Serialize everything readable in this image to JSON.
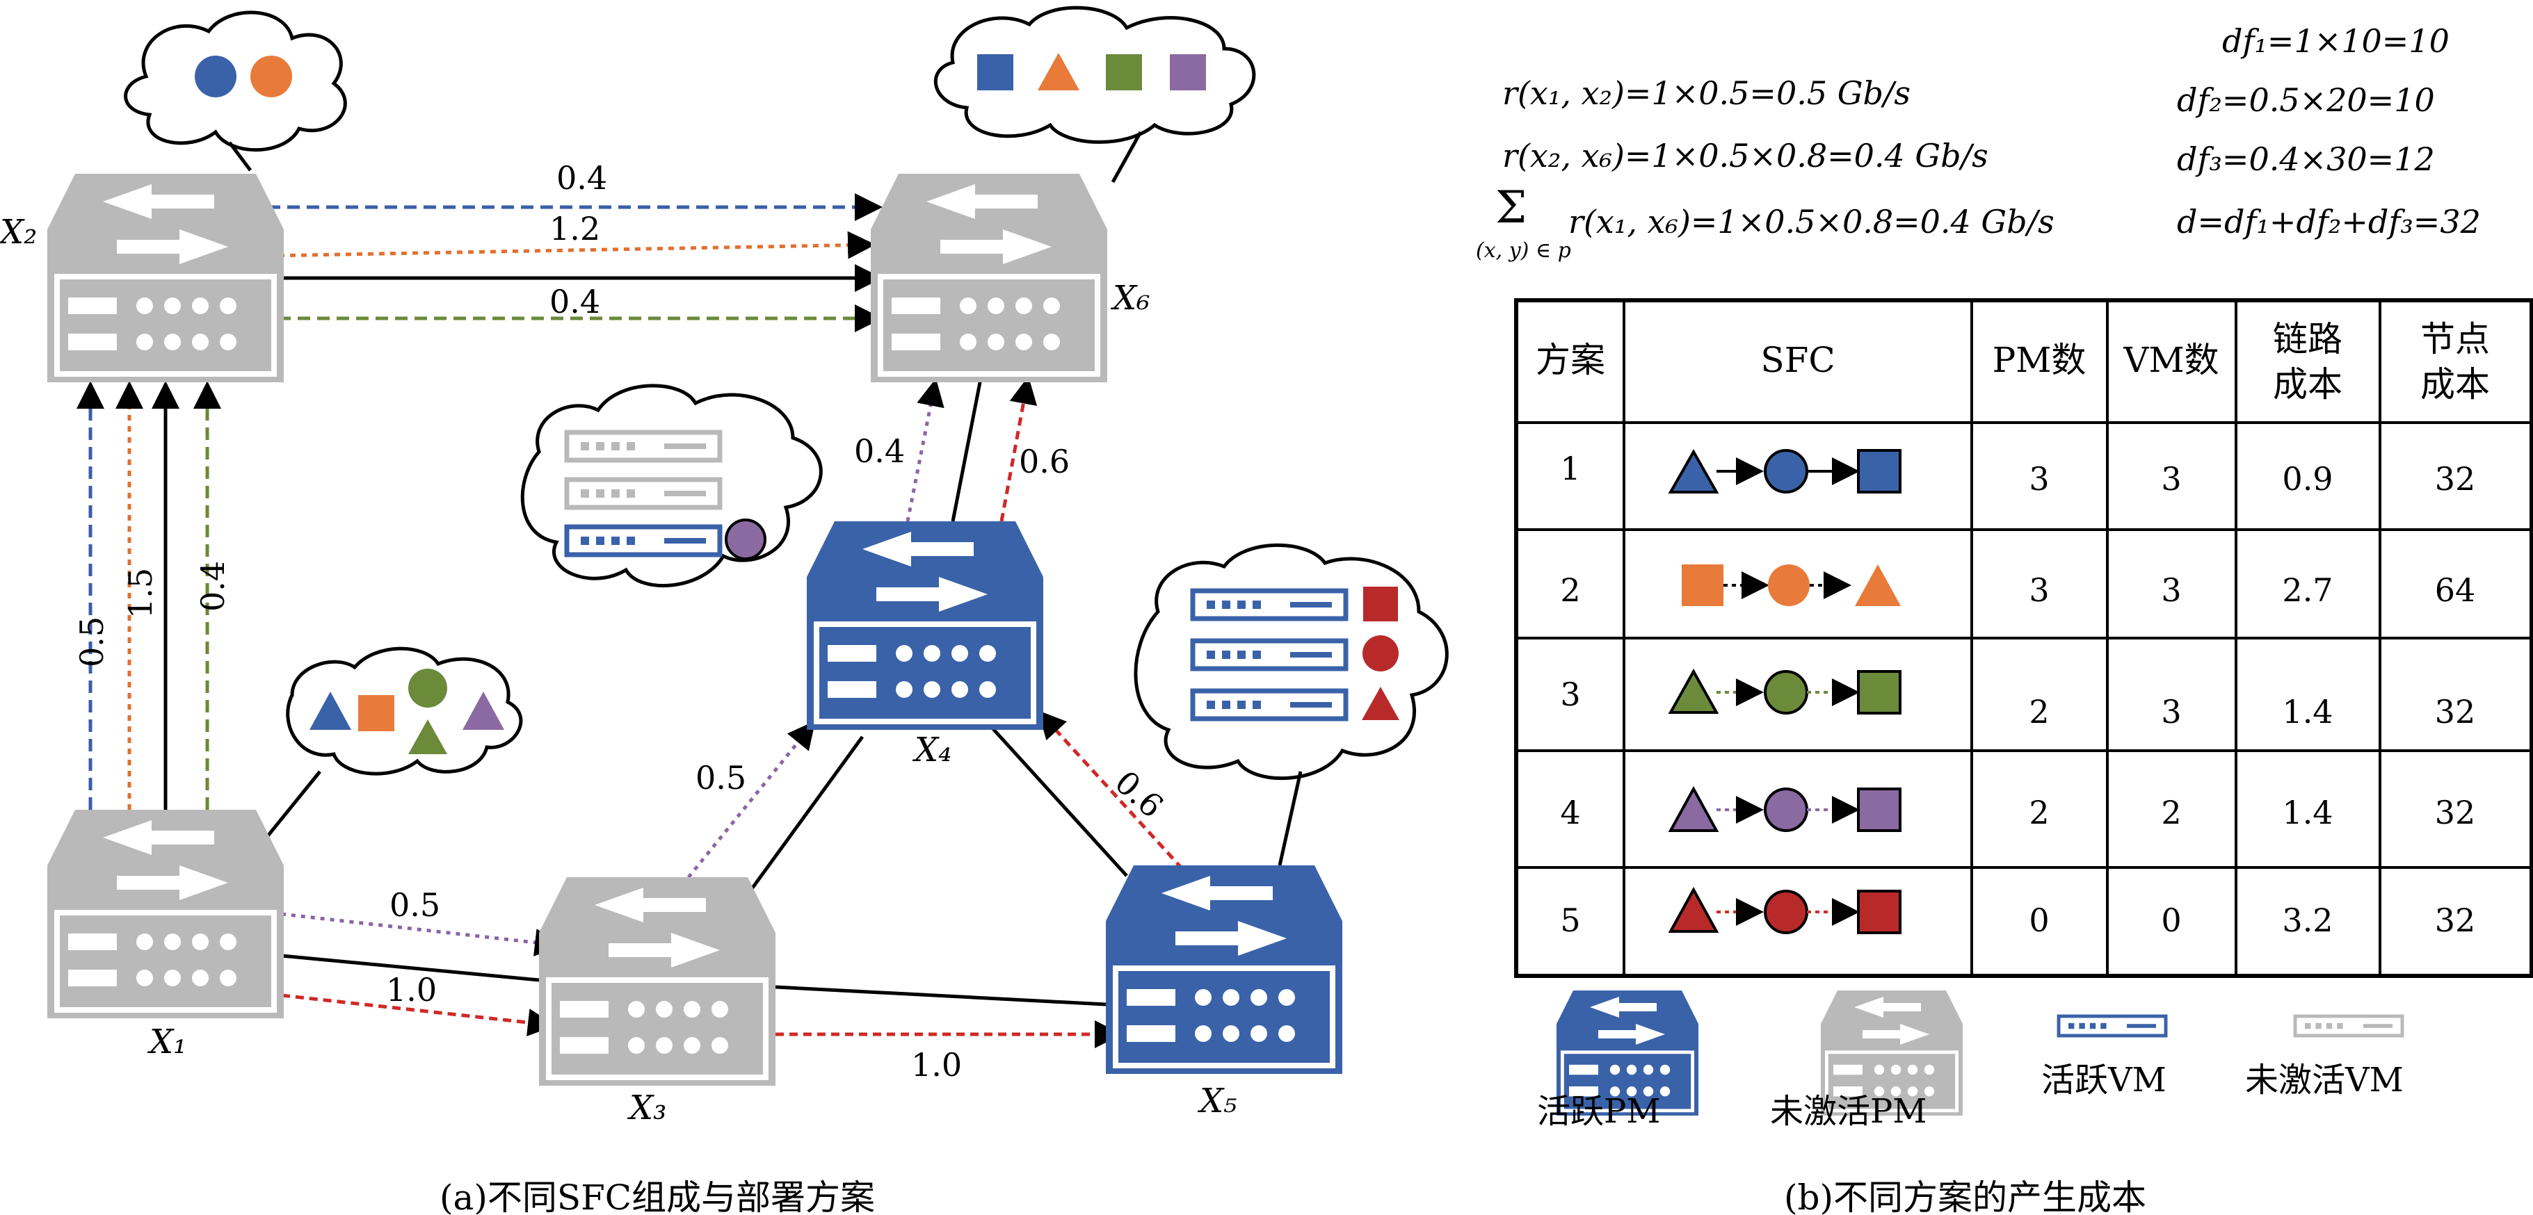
{
  "colors": {
    "active_pm": "#3a62a8",
    "inactive_pm": "#b9b9b9",
    "blue_flow": "#3a5ea8",
    "orange_flow": "#e07030",
    "green_flow": "#6b8a3a",
    "purple_flow": "#8a64a6",
    "red_flow": "#d02828",
    "vnf_blue": "#3a62a8",
    "vnf_orange": "#e87a3a",
    "vnf_green": "#6b8a3a",
    "vnf_purple": "#8a6aa0",
    "vnf_red": "#b82a2a"
  },
  "nodes": {
    "x1": "X₁",
    "x2": "X₂",
    "x3": "X₃",
    "x4": "X₄",
    "x5": "X₅",
    "x6": "X₆"
  },
  "link_labels": {
    "x2_x6_top": "0.4",
    "x2_x6_mid": "1.2",
    "x2_x6_bot": "0.4",
    "x1_x2_a": "0.5",
    "x1_x2_b": "1.5",
    "x1_x2_c": "0.4",
    "x1_x3_top": "0.5",
    "x1_x3_bot": "1.0",
    "x3_x5": "1.0",
    "x3_x4": "0.5",
    "x4_x6_left": "0.4",
    "x4_x6_right": "0.6",
    "x5_x4": "0.6"
  },
  "formulas": {
    "r1": "r(x₁, x₂)=1×0.5=0.5 Gb/s",
    "r2": "r(x₂, x₆)=1×0.5×0.8=0.4 Gb/s",
    "sum_symbol": "Σ",
    "sum_sub": "(x, y) ∈ p",
    "r3": "r(x₁, x₆)=1×0.5×0.8=0.4 Gb/s",
    "d1": "df₁=1×10=10",
    "d2": "df₂=0.5×20=10",
    "d3": "df₃=0.4×30=12",
    "d": "d=df₁+df₂+df₃=32"
  },
  "table": {
    "headers": [
      "方案",
      "SFC",
      "PM数",
      "VM数",
      "链路",
      "成本",
      "节点",
      "成本"
    ],
    "rows": [
      {
        "id": "1",
        "pm": "3",
        "vm": "3",
        "link": "0.9",
        "node": "32"
      },
      {
        "id": "2",
        "pm": "3",
        "vm": "3",
        "link": "2.7",
        "node": "64"
      },
      {
        "id": "3",
        "pm": "2",
        "vm": "3",
        "link": "1.4",
        "node": "32"
      },
      {
        "id": "4",
        "pm": "2",
        "vm": "2",
        "link": "1.4",
        "node": "32"
      },
      {
        "id": "5",
        "pm": "0",
        "vm": "0",
        "link": "3.2",
        "node": "32"
      }
    ]
  },
  "legend": {
    "active_pm": "活跃PM",
    "inactive_pm": "未激活PM",
    "active_vm": "活跃VM",
    "inactive_vm": "未激活VM"
  },
  "captions": {
    "a": "(a)不同SFC组成与部署方案",
    "b": "(b)不同方案的产生成本"
  }
}
